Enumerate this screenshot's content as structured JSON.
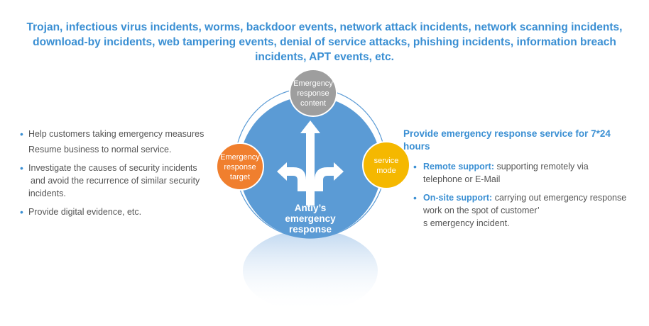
{
  "header": {
    "lines": [
      "Trojan, infectious virus incidents, worms, backdoor events, network attack incidents, network scanning incidents,",
      "download-by incidents, web tampering events, denial of service attacks,    phishing incidents, information breach",
      "incidents, APT events, etc."
    ]
  },
  "diagram": {
    "center_lines": [
      "Antiy’s",
      "emergency",
      "response"
    ],
    "top_node": {
      "lines": [
        "Emergency",
        "response",
        "content"
      ],
      "color": "#9e9e9e"
    },
    "left_node": {
      "lines": [
        "Emergency",
        "response",
        "target"
      ],
      "color": "#f07f2e"
    },
    "right_node": {
      "lines": [
        "service",
        "mode"
      ],
      "color": "#f5b800"
    },
    "circle_color": "#5b9bd5"
  },
  "left_list": [
    {
      "lines": [
        "Help customers taking emergency measures",
        "Resume business to normal service."
      ]
    },
    {
      "lines": [
        "Investigate the causes of security incidents",
        "and avoid the recurrence of similar security",
        "incidents."
      ]
    },
    {
      "lines": [
        "Provide digital evidence, etc."
      ]
    }
  ],
  "right_panel": {
    "title": "Provide emergency response service for 7*24 hours",
    "items": [
      {
        "lead": "Remote support:",
        "lines": [
          "supporting remotely via",
          "telephone or E-Mail"
        ]
      },
      {
        "lead": "On-site support:",
        "lines": [
          "carrying out emergency response",
          "work on the spot of customer’",
          "s emergency incident."
        ]
      }
    ]
  }
}
